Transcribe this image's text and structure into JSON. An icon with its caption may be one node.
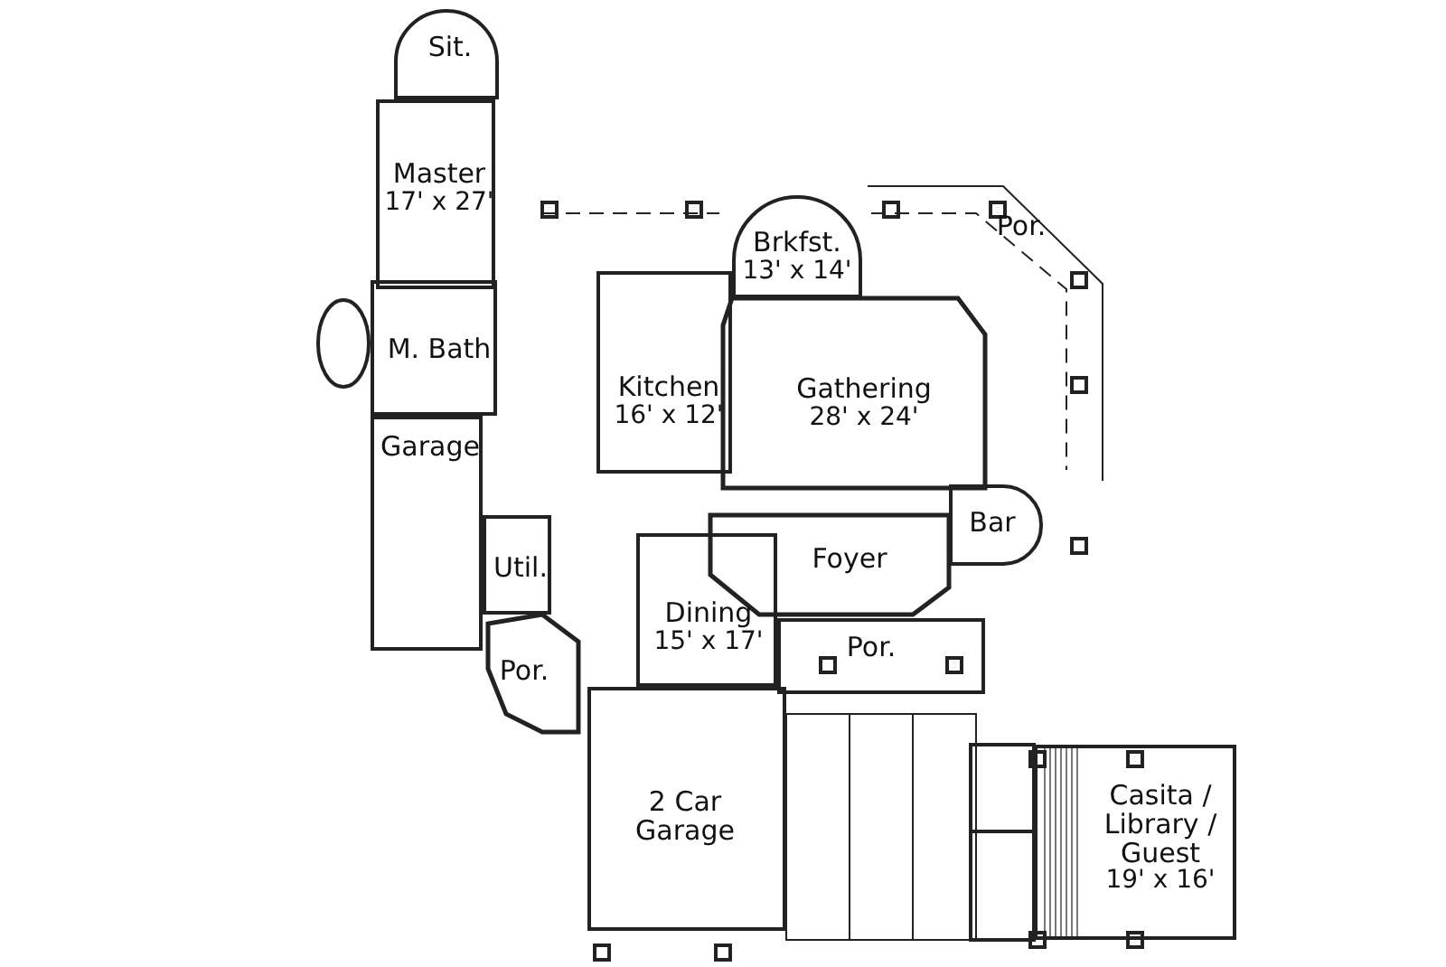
{
  "diagram": {
    "nodes": [
      {
        "text": [
          "Sit."
        ]
      },
      {
        "text": [
          "Master",
          "17' x 27'"
        ]
      },
      {
        "text": [
          "Brkfst.",
          "13' x 14'"
        ]
      },
      {
        "text": [
          "Por."
        ]
      },
      {
        "text": [
          "M. Bath"
        ]
      },
      {
        "text": [
          "Kitchen",
          "16' x 12'"
        ]
      },
      {
        "text": [
          "Gathering",
          "28' x 24'"
        ]
      },
      {
        "text": [
          "Garage"
        ]
      },
      {
        "text": [
          "Bar"
        ]
      },
      {
        "text": [
          "Util."
        ]
      },
      {
        "text": [
          "Foyer"
        ]
      },
      {
        "text": [
          "Dining",
          "15' x 17'"
        ]
      },
      {
        "text": [
          "Por."
        ]
      },
      {
        "text": [
          "Por."
        ]
      },
      {
        "text": [
          "2 Car Garage"
        ]
      },
      {
        "text": [
          "Casita / Library / Guest",
          "19' x 16'"
        ]
      }
    ]
  }
}
